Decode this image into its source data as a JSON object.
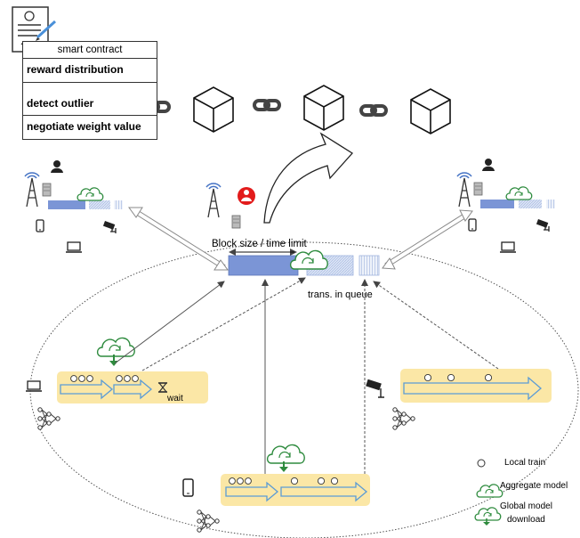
{
  "smart_contract": {
    "title": "smart contract",
    "rows": [
      "reward distribution",
      "detect outlier",
      "negotiate weight value"
    ]
  },
  "block": {
    "size_label": "Block size / time  limit",
    "queue_label": "trans. in queue"
  },
  "device": {
    "wait_label": "wait"
  },
  "legend": {
    "local_train": "Local train",
    "aggregate_model": "Aggregate model",
    "global_download_line1": "Global model",
    "global_download_line2": "download"
  },
  "colors": {
    "block_blue": "#7b95d6",
    "queue_blue": "#c7d5ef",
    "panel_fill": "#fbe7a6",
    "arrow_blue": "#5b9bd5",
    "cloud_green": "#2e8b3e"
  }
}
